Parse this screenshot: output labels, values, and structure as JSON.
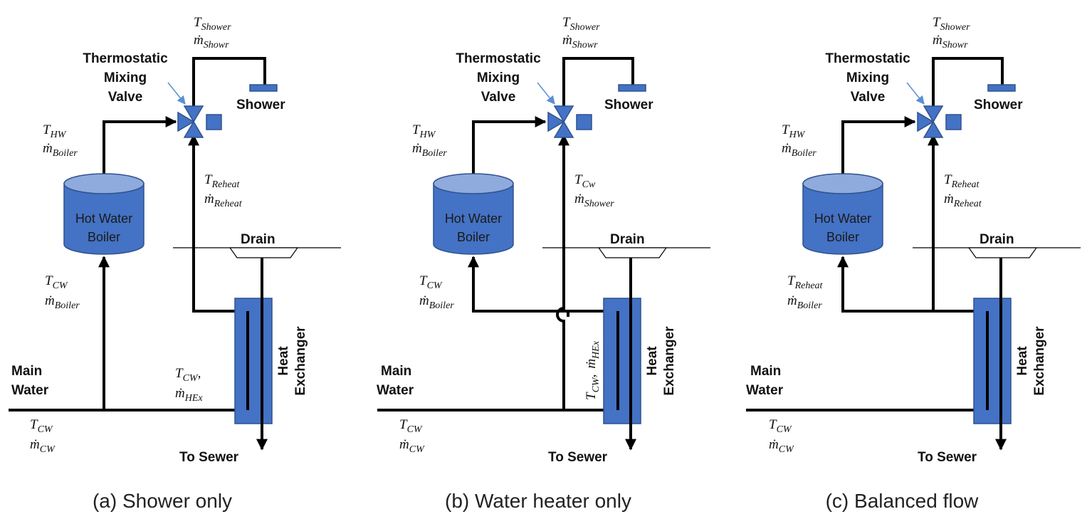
{
  "labels": {
    "valve_line1": "Thermostatic",
    "valve_line2": "Mixing",
    "valve_line3": "Valve",
    "shower": "Shower",
    "drain": "Drain",
    "sewer": "To Sewer",
    "main_line1": "Main",
    "main_line2": "Water",
    "hx_line1": "Heat",
    "hx_line2": "Exchanger",
    "boiler_line1": "Hot Water",
    "boiler_line2": "Boiler"
  },
  "symbols": {
    "T": "T",
    "m": "ṁ",
    "shower": "Shower",
    "showr": "Showr",
    "HW": "HW",
    "boiler": "Boiler",
    "CW": "CW",
    "Cw": "Cw",
    "reheat": "Reheat",
    "HEx": "HEx",
    "comma": ","
  },
  "captions": {
    "a": "(a) Shower only",
    "b": "(b) Water heater only",
    "c": "(c) Balanced flow"
  },
  "colors": {
    "boiler_fill": "#4472c4",
    "boiler_top": "#8faadc",
    "hx_fill": "#4472c4",
    "valve_fill": "#4472c4",
    "pipe": "#000000"
  }
}
